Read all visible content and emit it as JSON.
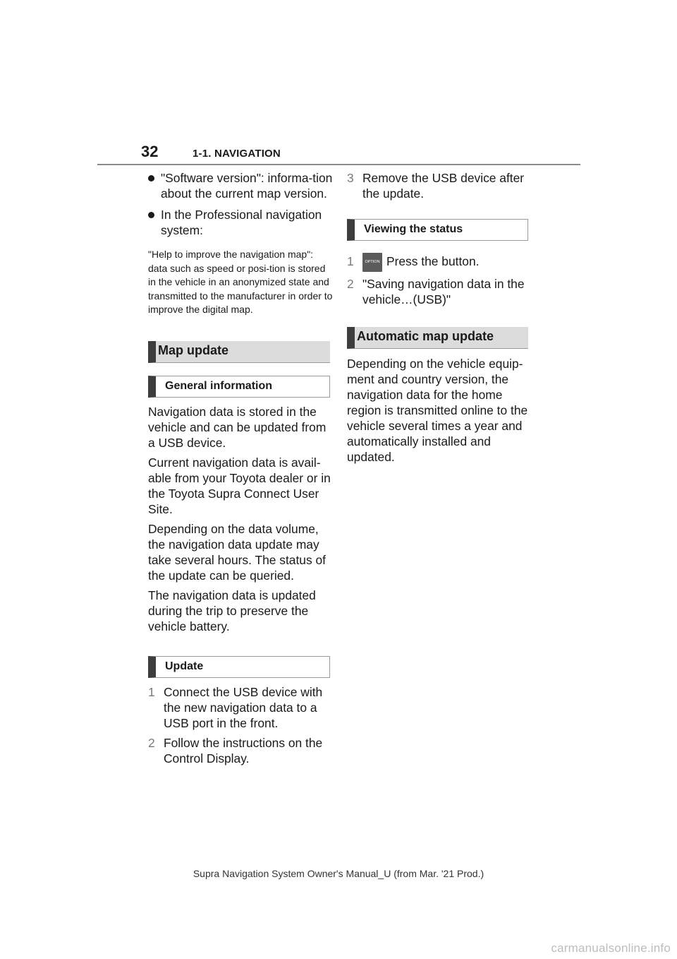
{
  "header": {
    "page_number": "32",
    "section": "1-1. NAVIGATION"
  },
  "left": {
    "bullets": [
      "\"Software version\": informa-tion about the current map version.",
      "In the Professional navigation system:"
    ],
    "note": "\"Help to improve the navigation map\": data such as speed or posi-tion is stored in the vehicle in an anonymized state and transmitted to the manufacturer in order to improve the digital map.",
    "map_update_heading": "Map update",
    "general_info_heading": "General information",
    "paragraphs": [
      "Navigation data is stored in the vehicle and can be updated from a USB device.",
      "Current navigation data is avail-able from your Toyota dealer or in the Toyota Supra Connect User Site.",
      "Depending on the data volume, the navigation data update may take several hours. The status of the update can be queried.",
      "The navigation data is updated during the trip to preserve the vehicle battery."
    ],
    "update_heading": "Update",
    "steps": [
      {
        "num": "1",
        "text": "Connect the USB device with the new navigation data to a USB port in the front."
      },
      {
        "num": "2",
        "text": "Follow the instructions on the Control Display."
      }
    ]
  },
  "right": {
    "step3": {
      "num": "3",
      "text": "Remove the USB device after the update."
    },
    "viewing_heading": "Viewing the status",
    "status_steps": [
      {
        "num": "1",
        "icon_label": "OPTION",
        "text": "Press the button."
      },
      {
        "num": "2",
        "text": "\"Saving navigation data in the vehicle…(USB)\""
      }
    ],
    "auto_heading": "Automatic map update",
    "auto_paragraph": "Depending on the vehicle equip-ment and country version, the navigation data for the home region is transmitted online to the vehicle several times a year and automatically installed and updated."
  },
  "footer": {
    "text": "Supra Navigation System Owner's Manual_U (from Mar. '21 Prod.)",
    "watermark": "carmanualsonline.info"
  }
}
